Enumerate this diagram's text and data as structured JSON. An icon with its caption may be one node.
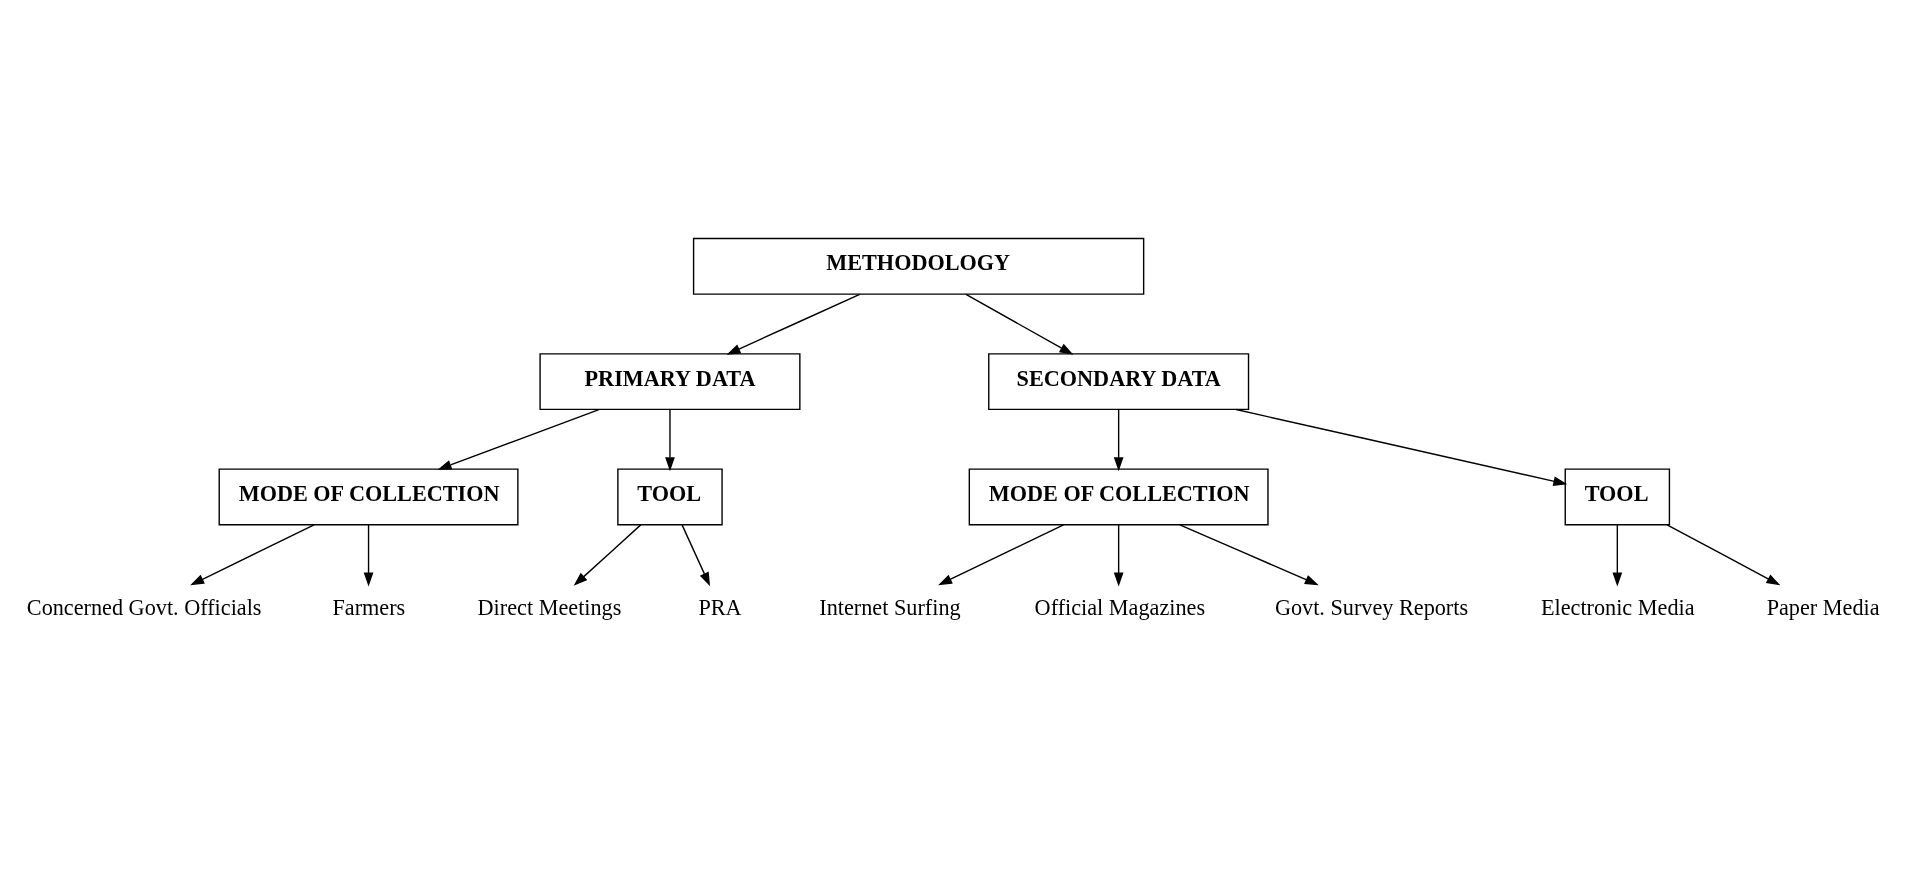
{
  "diagram": {
    "nodes": [
      {
        "text": [
          "METHODOLOGY"
        ]
      },
      {
        "text": [
          "PRIMARY DATA"
        ]
      },
      {
        "text": [
          "SECONDARY DATA"
        ]
      },
      {
        "text": [
          "MODE OF COLLECTION"
        ]
      },
      {
        "text": [
          "TOOL"
        ]
      },
      {
        "text": [
          "Concerned Govt. Officials"
        ]
      },
      {
        "text": [
          "Farmers"
        ]
      },
      {
        "text": [
          "Direct Meetings"
        ]
      },
      {
        "text": [
          "PRA"
        ]
      },
      {
        "text": [
          "MODE OF COLLECTION"
        ]
      },
      {
        "text": [
          "TOOL"
        ]
      },
      {
        "text": [
          "Internet Surfing"
        ]
      },
      {
        "text": [
          "Official Magazines"
        ]
      },
      {
        "text": [
          "Govt. Survey Reports"
        ]
      },
      {
        "text": [
          "Electronic Media"
        ]
      },
      {
        "text": [
          "Paper Media"
        ]
      }
    ],
    "edges": [
      {
        "from": 0,
        "to": 1,
        "arrow": "to"
      },
      {
        "from": 0,
        "to": 2,
        "arrow": "to"
      },
      {
        "from": 1,
        "to": 3,
        "arrow": "to"
      },
      {
        "from": 1,
        "to": 4,
        "arrow": "to"
      },
      {
        "from": 3,
        "to": 5,
        "arrow": "to"
      },
      {
        "from": 3,
        "to": 6,
        "arrow": "to"
      },
      {
        "from": 4,
        "to": 7,
        "arrow": "to"
      },
      {
        "from": 4,
        "to": 8,
        "arrow": "to"
      },
      {
        "from": 2,
        "to": 9,
        "arrow": "to"
      },
      {
        "from": 2,
        "to": 10,
        "arrow": "to"
      },
      {
        "from": 9,
        "to": 11,
        "arrow": "to"
      },
      {
        "from": 9,
        "to": 12,
        "arrow": "to"
      },
      {
        "from": 9,
        "to": 13,
        "arrow": "to"
      },
      {
        "from": 10,
        "to": 14,
        "arrow": "to"
      },
      {
        "from": 10,
        "to": 15,
        "arrow": "to"
      }
    ]
  }
}
